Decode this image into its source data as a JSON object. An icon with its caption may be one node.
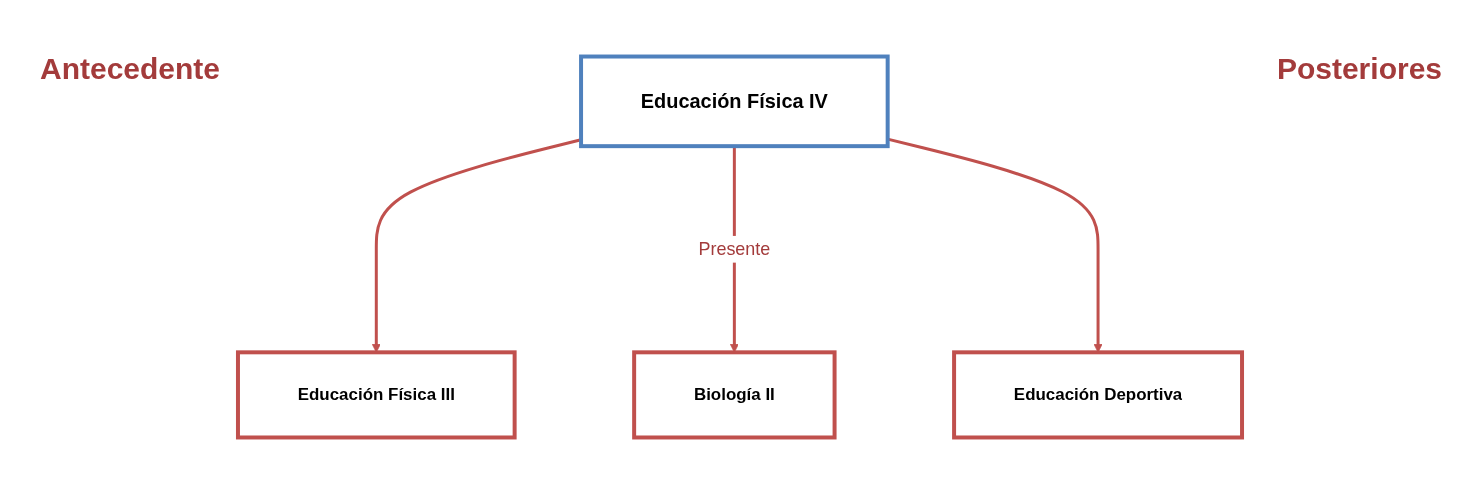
{
  "diagram": {
    "nodes": [
      {
        "text": [
          "Educación Física IV"
        ]
      },
      {
        "text": [
          "Educación Física III"
        ]
      },
      {
        "text": [
          "Biología II"
        ]
      },
      {
        "text": [
          "Educación Deportiva"
        ]
      }
    ],
    "edges": [
      {
        "from": 0,
        "to": 1,
        "arrow": "to"
      },
      {
        "from": 0,
        "to": 2,
        "arrow": "to",
        "label": "Presente"
      },
      {
        "from": 0,
        "to": 3,
        "arrow": "to"
      }
    ],
    "labels": [
      "Antecedente",
      "Posteriores"
    ]
  }
}
